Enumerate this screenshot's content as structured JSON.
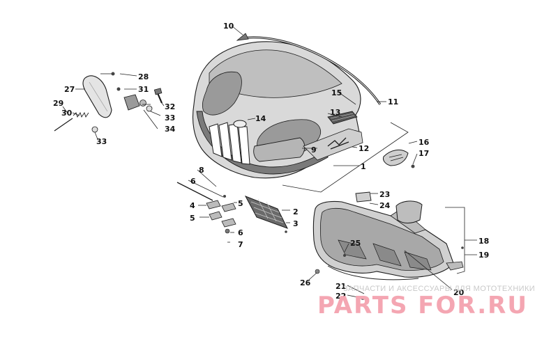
{
  "diagram": {
    "callouts": [
      "1",
      "2",
      "3",
      "4",
      "5",
      "5",
      "6",
      "6",
      "7",
      "8",
      "9",
      "10",
      "11",
      "12",
      "13",
      "14",
      "15",
      "16",
      "17",
      "18",
      "19",
      "20",
      "21",
      "22",
      "23",
      "24",
      "25",
      "26",
      "27",
      "28",
      "29",
      "30",
      "31",
      "32",
      "33",
      "33",
      "34"
    ]
  },
  "watermark": {
    "caption": "ЗАПЧАСТИ И АКСЕССУАРЫ ДЛЯ МОТОТЕХНИКИ",
    "brand": "PARTS FOR.RU"
  },
  "colors": {
    "ink": "#1a1a1a",
    "watermark_red": "#f4a6b2",
    "watermark_gray": "#c9c9c9"
  }
}
